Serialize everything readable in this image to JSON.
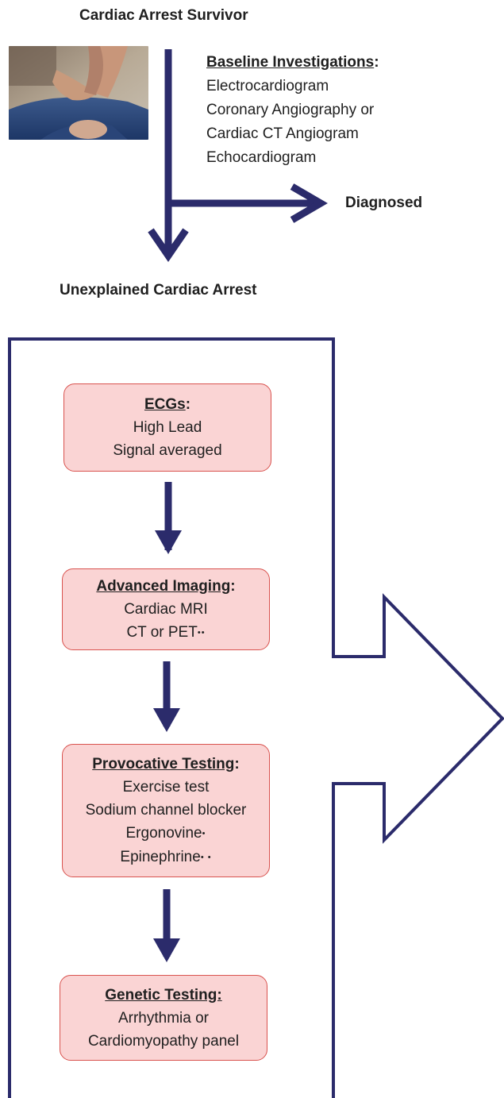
{
  "top": {
    "title": "Cardiac Arrest Survivor",
    "baseline_header": "Baseline Investigations",
    "baseline_header_colon": ":",
    "baseline_items": [
      "Electrocardiogram",
      "Coronary Angiography or",
      "Cardiac CT Angiogram",
      "Echocardiogram"
    ],
    "diagnosed": "Diagnosed",
    "unexplained": "Unexplained Cardiac Arrest"
  },
  "boxes": {
    "ecg": {
      "header": "ECGs",
      "colon": ":",
      "lines": [
        "High Lead",
        "Signal averaged"
      ]
    },
    "imaging": {
      "header": "Advanced Imaging",
      "colon": ":",
      "lines": [
        "Cardiac MRI",
        "CT or PET"
      ],
      "marks": [
        "",
        "••"
      ]
    },
    "provocative": {
      "header": "Provocative Testing",
      "colon": ":",
      "lines": [
        "Exercise test",
        "Sodium channel blocker",
        "Ergonovine",
        "Epinephrine"
      ],
      "marks": [
        "",
        "",
        "•",
        "• •"
      ]
    },
    "genetic": {
      "header": "Genetic Testing:",
      "lines": [
        "Arrhythmia or",
        "Cardiomyopathy panel"
      ]
    }
  },
  "colors": {
    "arrow": "#2b2b6b",
    "box_fill": "#fad4d4",
    "box_border": "#d9534f",
    "frame": "#2b2b6b"
  },
  "icons": {
    "photo": "cpr-photo"
  }
}
